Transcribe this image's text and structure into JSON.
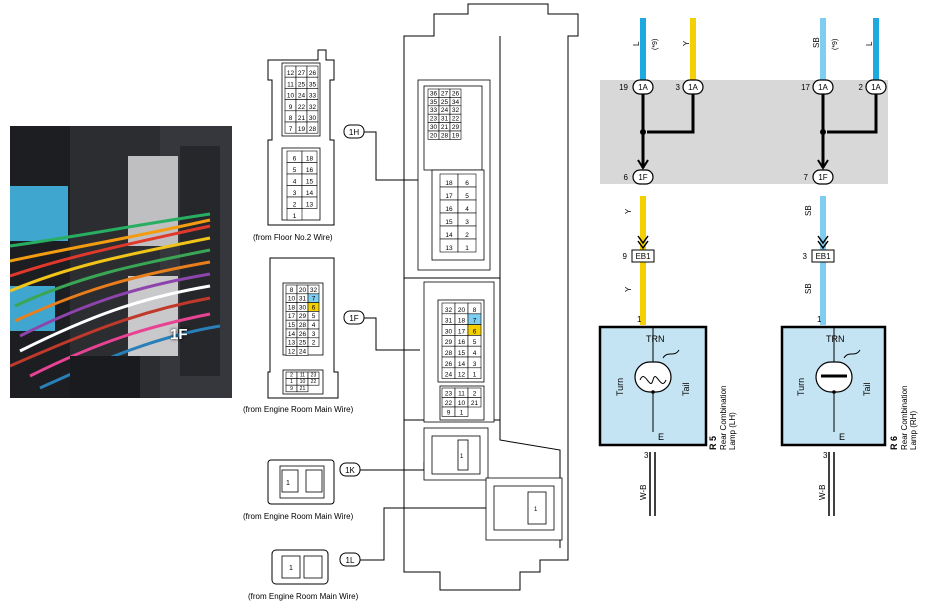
{
  "photo": {
    "label": "1F"
  },
  "connectors": {
    "1H": {
      "tag": "1H",
      "source": "(from Floor No.2 Wire)",
      "pins_top": [
        "12",
        "27",
        "26",
        "11",
        "25",
        "35",
        "10",
        "24",
        "33",
        "9",
        "22",
        "32",
        "8",
        "21",
        "30",
        "7",
        "19",
        "28"
      ],
      "pins_bottom": [
        "6",
        "18",
        "5",
        "16",
        "4",
        "15",
        "3",
        "14",
        "2",
        "13",
        "1"
      ]
    },
    "1F": {
      "tag": "1F",
      "source": "(from Engine Room Main Wire)",
      "pins_top": [
        "8",
        "20",
        "32",
        "10",
        "31",
        "7",
        "18",
        "30",
        "6",
        "17",
        "29",
        "5",
        "15",
        "28",
        "4",
        "14",
        "26",
        "3",
        "13",
        "25",
        "2",
        "12",
        "24"
      ],
      "pins_bottom": [
        "2",
        "11",
        "23",
        "1",
        "10",
        "22",
        "9",
        "21"
      ],
      "highlight_blue": "7",
      "highlight_yellow": "6"
    },
    "1K": {
      "tag": "1K",
      "source": "(from Engine Room Main Wire)",
      "pin": "1"
    },
    "1L": {
      "tag": "1L",
      "source": "(from Engine Room Main Wire)",
      "pin": "1"
    }
  },
  "junction_block": {
    "upper_pins": [
      "36",
      "27",
      "26",
      "35",
      "25",
      "34",
      "33",
      "24",
      "32",
      "23",
      "31",
      "22",
      "30",
      "21",
      "29",
      "20",
      "28",
      "19"
    ],
    "upper_low_pins": [
      "18",
      "6",
      "17",
      "5",
      "16",
      "4",
      "15",
      "3",
      "14",
      "2",
      "13",
      "1"
    ],
    "f_pins": [
      "32",
      "20",
      "8",
      "31",
      "18",
      "7",
      "30",
      "17",
      "6",
      "29",
      "16",
      "5",
      "28",
      "15",
      "4",
      "26",
      "14",
      "3",
      "24",
      "12",
      "1"
    ],
    "f_low_pins": [
      "23",
      "11",
      "2",
      "22",
      "10",
      "21",
      "9",
      "1"
    ],
    "k_pin": "1",
    "l_pin": "1",
    "highlight_blue": "7",
    "highlight_yellow": "6"
  },
  "schematic": {
    "wire_top_left": [
      {
        "label": "L",
        "note": "(*9)",
        "color": "#1ea9e1"
      },
      {
        "label": "Y",
        "note": "",
        "color": "#f5d000"
      }
    ],
    "wire_top_right": [
      {
        "label": "SB",
        "note": "(*9)",
        "color": "#7fcdf0"
      },
      {
        "label": "L",
        "note": "",
        "color": "#1ea9e1"
      }
    ],
    "junctions_1A": [
      {
        "pin": "19",
        "tag": "1A"
      },
      {
        "pin": "3",
        "tag": "1A"
      },
      {
        "pin": "17",
        "tag": "1A"
      },
      {
        "pin": "2",
        "tag": "1A"
      }
    ],
    "junctions_1F": [
      {
        "pin": "6",
        "tag": "1F"
      },
      {
        "pin": "7",
        "tag": "1F"
      }
    ],
    "mid_wires": [
      {
        "label": "Y"
      },
      {
        "label": "SB"
      }
    ],
    "eb1": [
      {
        "pin": "9",
        "tag": "EB1"
      },
      {
        "pin": "3",
        "tag": "EB1"
      }
    ],
    "low_wires": [
      {
        "label": "Y"
      },
      {
        "label": "SB"
      }
    ],
    "lamps": [
      {
        "pin_in": "1",
        "trn": "TRN",
        "turn": "Turn",
        "tail": "Tail",
        "e": "E",
        "pin_out": "3",
        "ground": "W-B",
        "code": "R 5",
        "name1": "Rear Combination",
        "name2": "Lamp (LH)"
      },
      {
        "pin_in": "1",
        "trn": "TRN",
        "turn": "Turn",
        "tail": "Tail",
        "e": "E",
        "pin_out": "3",
        "ground": "W-B",
        "code": "R 6",
        "name1": "Rear Combination",
        "name2": "Lamp (RH)"
      }
    ],
    "colors": {
      "yellow": "#f5d000",
      "blue": "#1ea9e1",
      "sky": "#7fcdf0",
      "lamp_fill": "#c5e4f3",
      "relay_fill": "#d8d8d8"
    }
  }
}
